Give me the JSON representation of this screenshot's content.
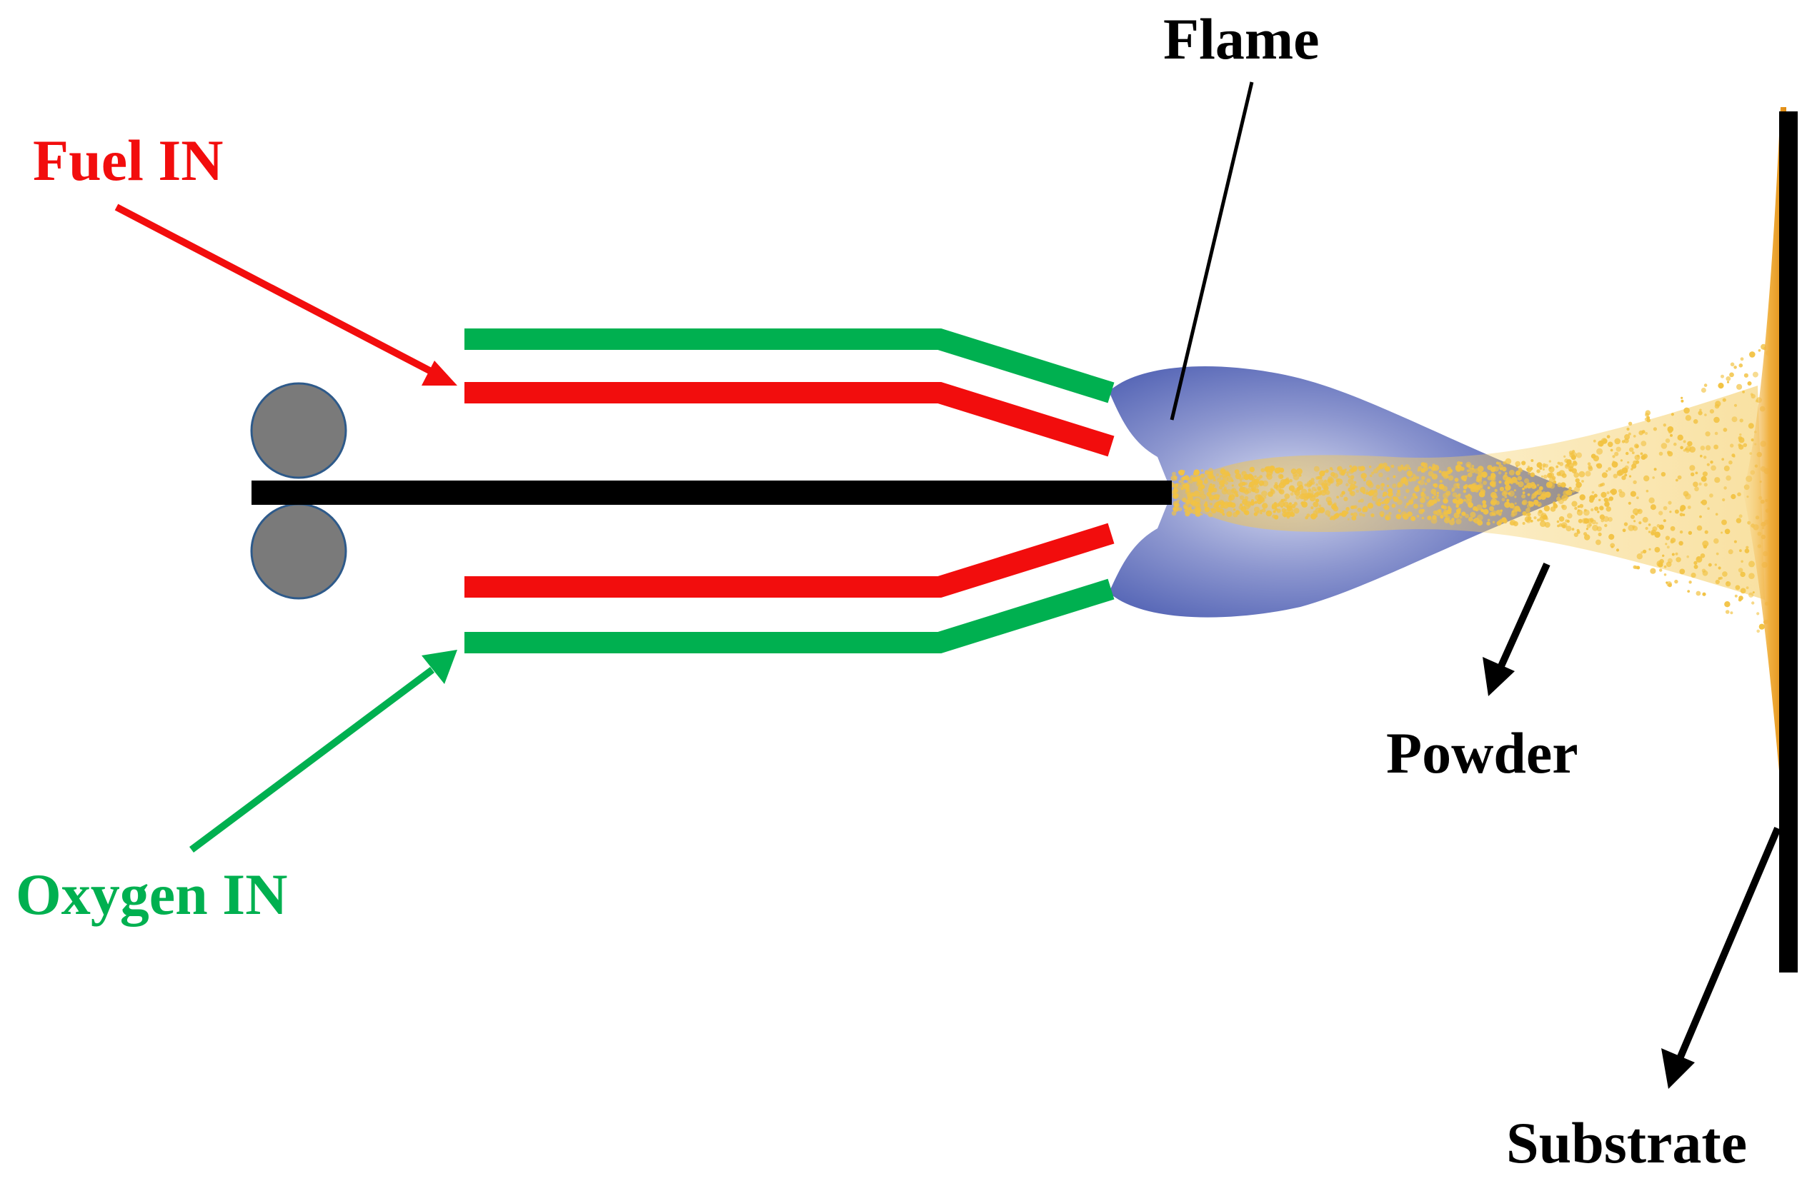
{
  "labels": {
    "fuel_in": "Fuel IN",
    "oxygen_in": "Oxygen IN",
    "flame": "Flame",
    "powder": "Powder",
    "substrate": "Substrate"
  },
  "colors": {
    "fuel": "#f20d0d",
    "oxygen": "#00b050",
    "flame": "#3c4faa",
    "powder": "#f2c242",
    "wire": "#000000",
    "roller": "#7a7a7a",
    "roller_edge": "#2e5a8a"
  }
}
